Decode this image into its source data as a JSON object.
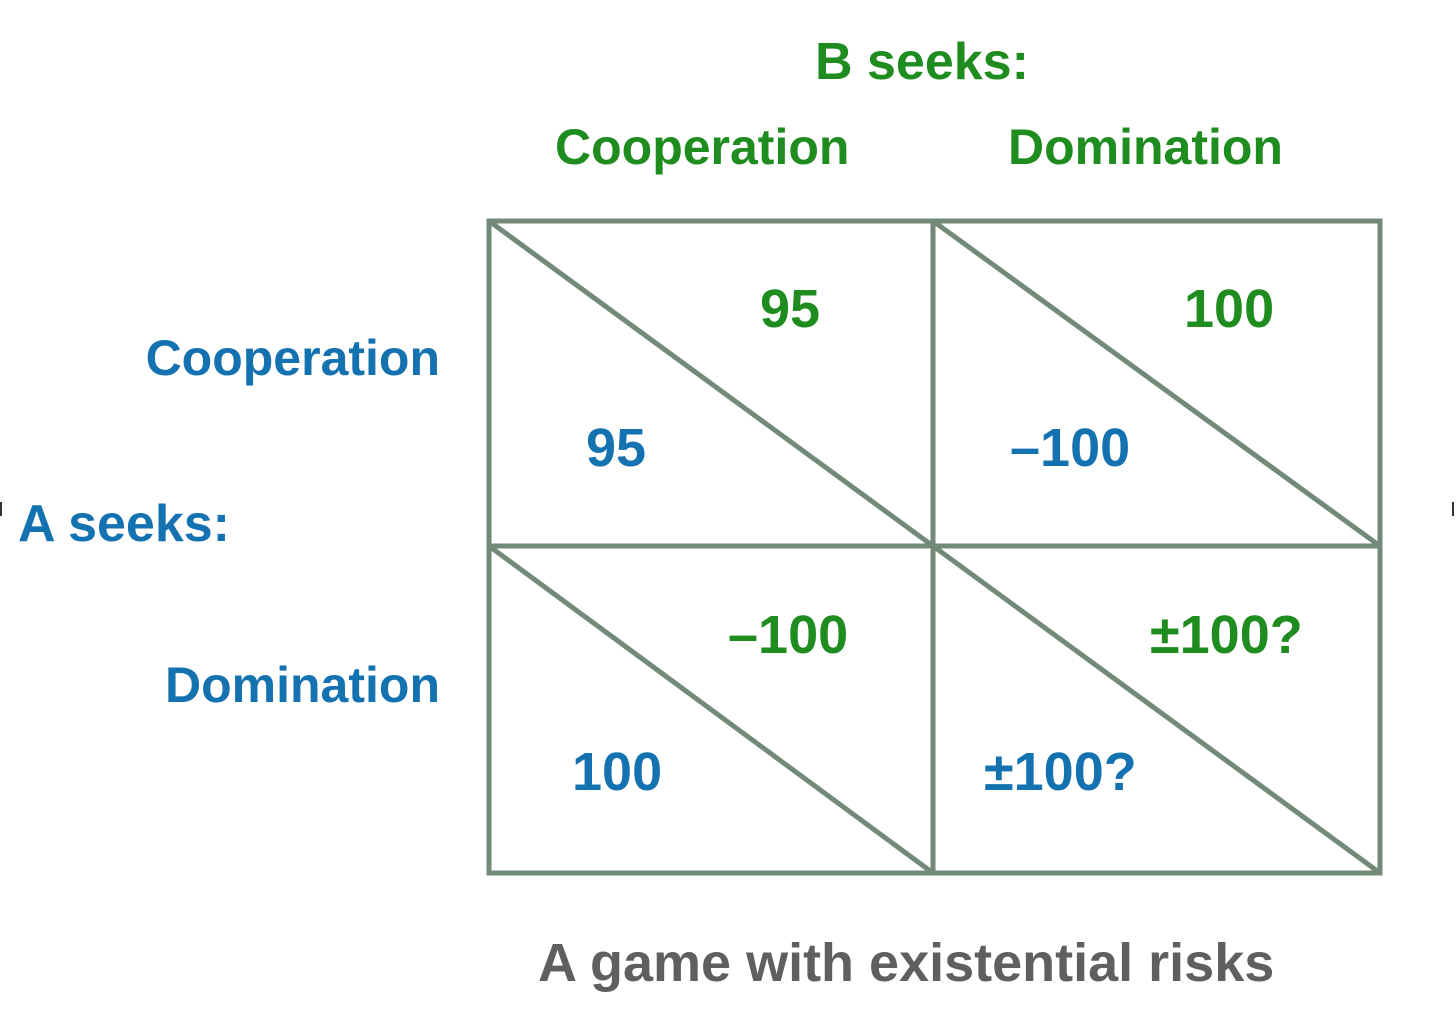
{
  "player_b": {
    "label": "B seeks:",
    "strategies": [
      "Cooperation",
      "Domination"
    ]
  },
  "player_a": {
    "label": "A seeks:",
    "strategies": [
      "Cooperation",
      "Domination"
    ]
  },
  "cells": [
    {
      "a_payoff": "95",
      "b_payoff": "95"
    },
    {
      "a_payoff": "–100",
      "b_payoff": "100"
    },
    {
      "a_payoff": "100",
      "b_payoff": "–100"
    },
    {
      "a_payoff": "±100?",
      "b_payoff": "±100?"
    }
  ],
  "caption": "A game with existential risks",
  "colors": {
    "player_a": "#1472b0",
    "player_b": "#1e8c1e",
    "grid": "#728a77",
    "caption": "#5f5f5f"
  }
}
